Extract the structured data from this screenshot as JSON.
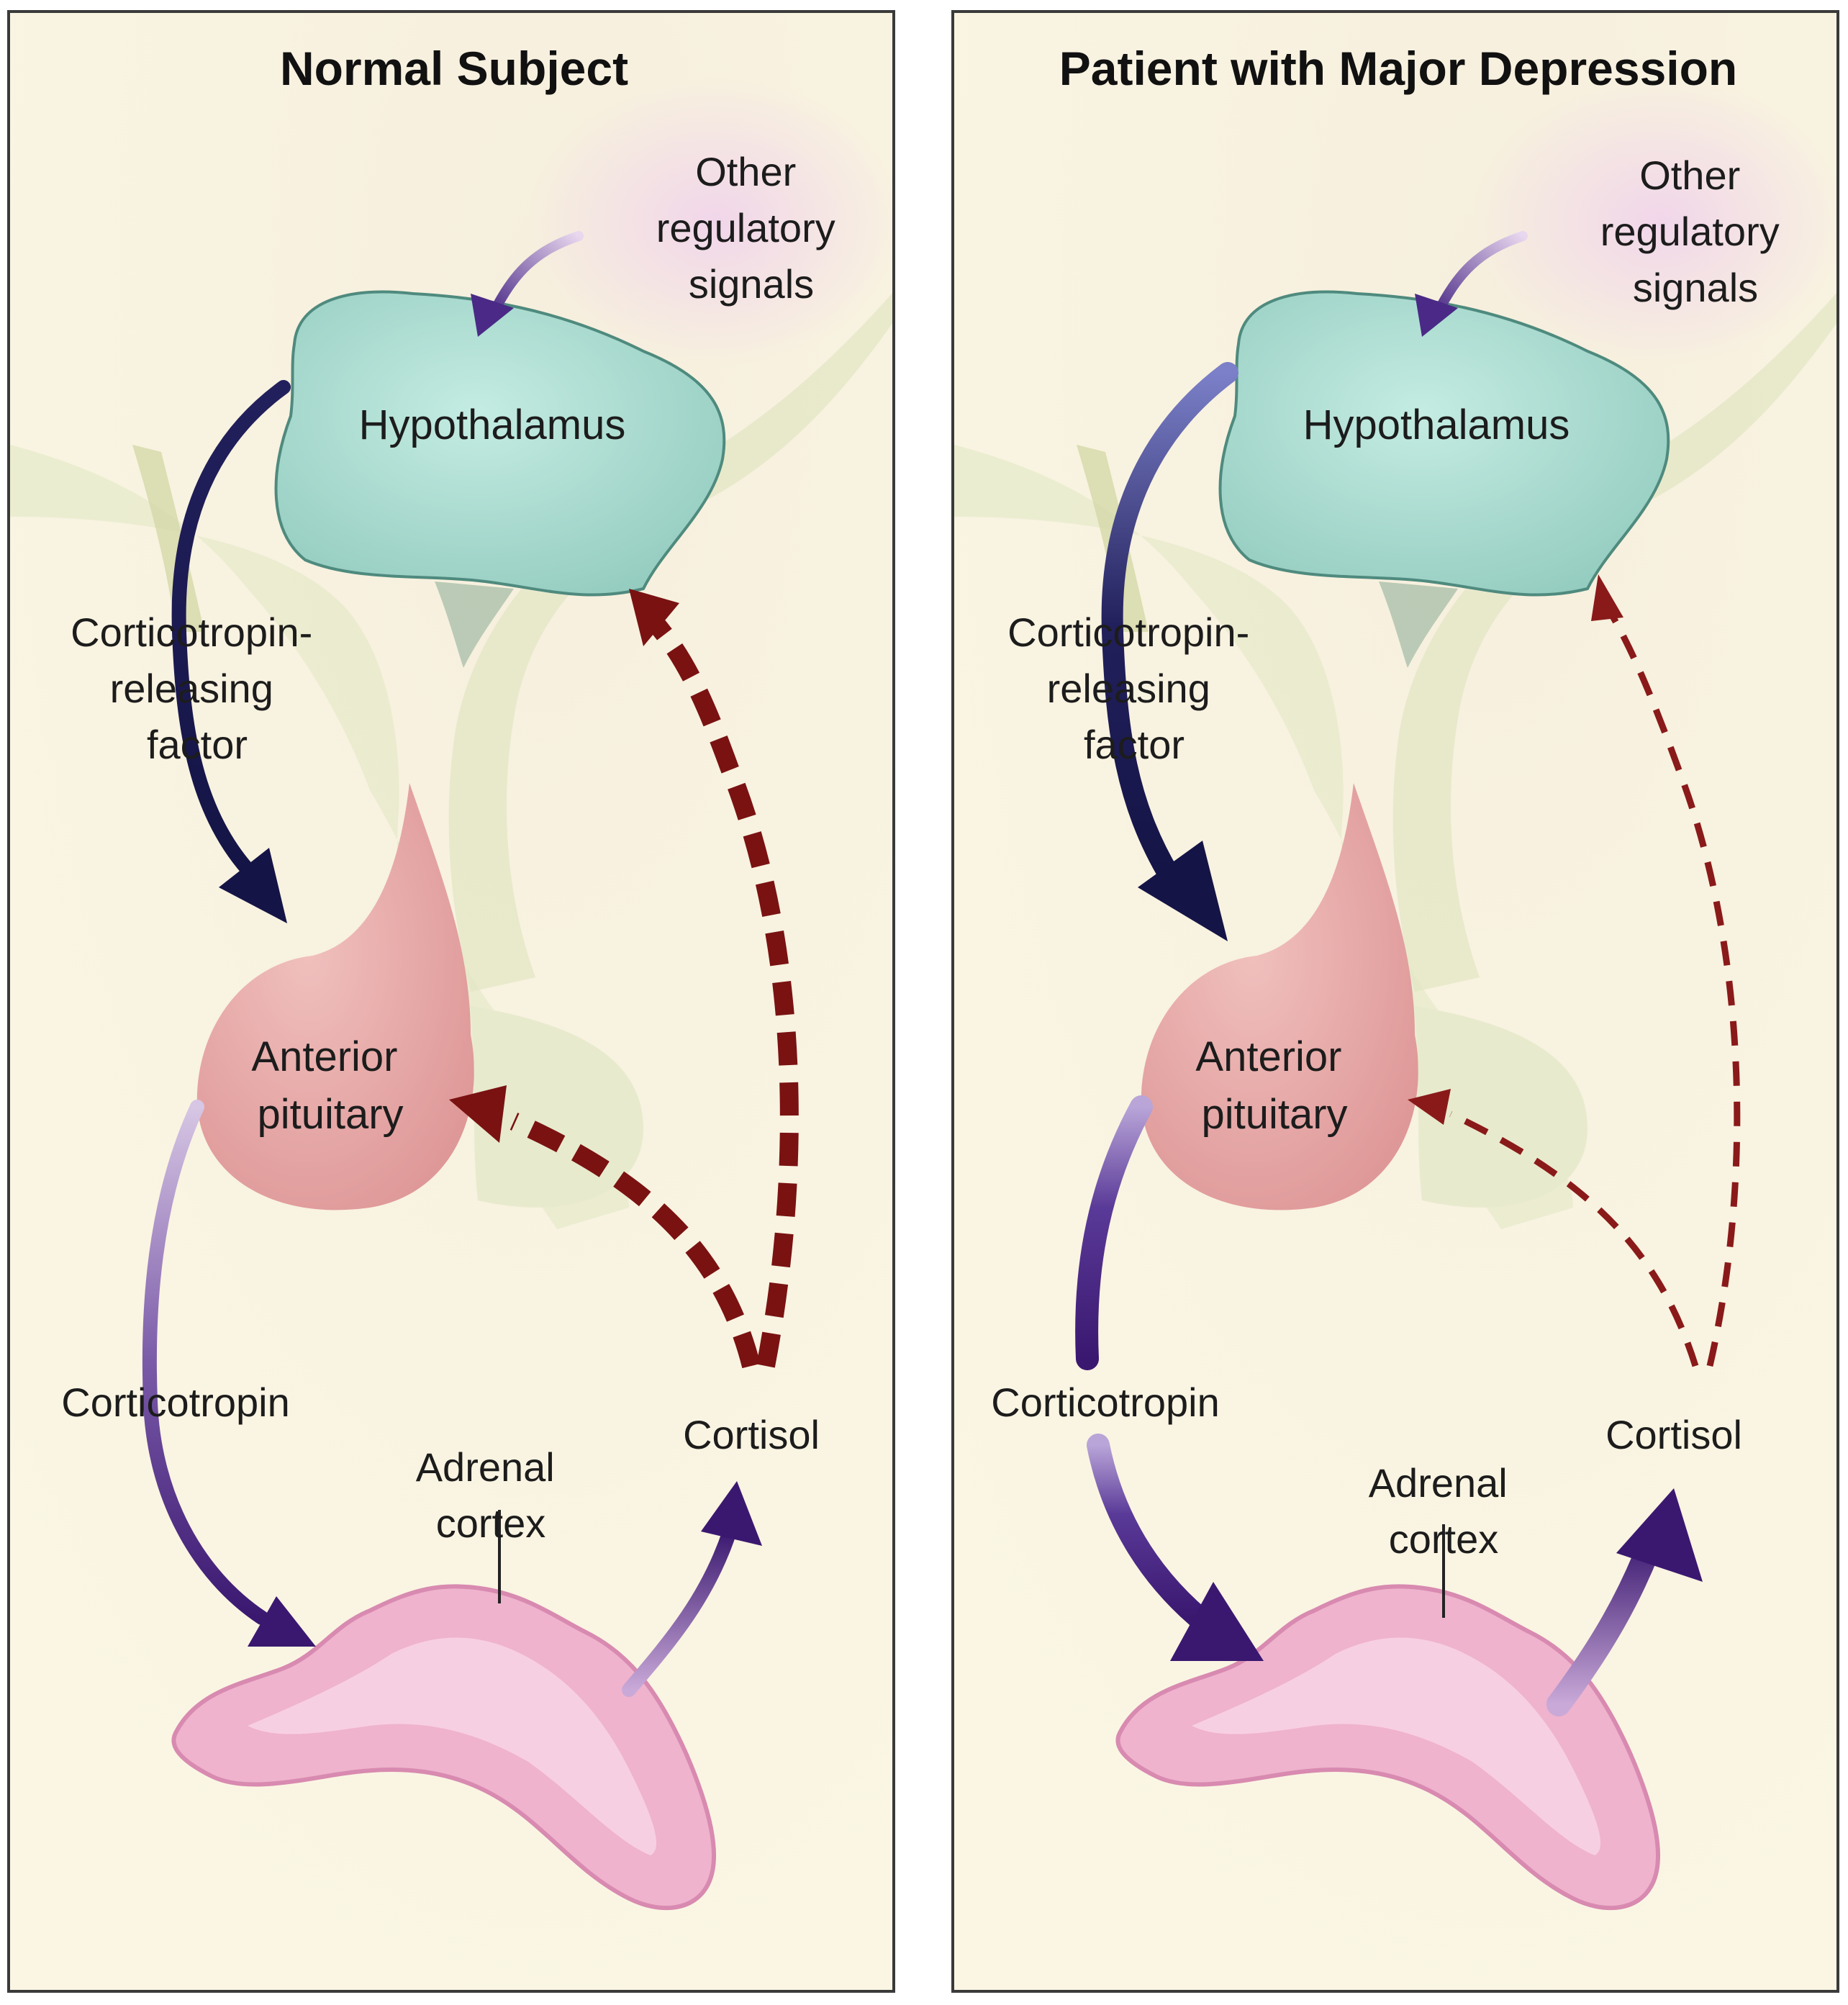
{
  "panels": [
    {
      "title": "Normal Subject",
      "labels": {
        "other_regulatory": [
          "Other",
          "regulatory",
          "signals"
        ],
        "hypothalamus": "Hypothalamus",
        "crf": [
          "Corticotropin-",
          "releasing",
          "factor"
        ],
        "anterior_pituitary": [
          "Anterior",
          "pituitary"
        ],
        "corticotropin": "Corticotropin",
        "cortisol": "Cortisol",
        "adrenal_cortex": [
          "Adrenal",
          "cortex"
        ]
      },
      "arrow_strength": {
        "crf": "normal",
        "corticotropin": "normal",
        "cortisol": "normal",
        "feedback": "strong"
      }
    },
    {
      "title": "Patient with Major Depression",
      "labels": {
        "other_regulatory": [
          "Other",
          "regulatory",
          "signals"
        ],
        "hypothalamus": "Hypothalamus",
        "crf": [
          "Corticotropin-",
          "releasing",
          "factor"
        ],
        "anterior_pituitary": [
          "Anterior",
          "pituitary"
        ],
        "corticotropin": "Corticotropin",
        "cortisol": "Cortisol",
        "adrenal_cortex": [
          "Adrenal",
          "cortex"
        ]
      },
      "arrow_strength": {
        "crf": "increased",
        "corticotropin": "increased",
        "cortisol": "increased",
        "feedback": "weak"
      }
    }
  ],
  "colors": {
    "background": "#fbf6e4",
    "brain_tissue": "#ebecc9",
    "hypothalamus": "#a9dcd0",
    "pituitary": "#e8a9a8",
    "adrenal": "#f0b4d0",
    "hormone_arrow": "#3a1870",
    "feedback_arrow": "#7a1212"
  }
}
